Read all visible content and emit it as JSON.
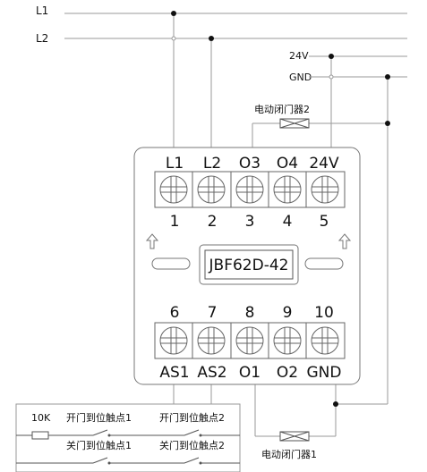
{
  "bus_labels": {
    "l1": "L1",
    "l2": "L2",
    "v24": "24V",
    "gnd": "GND"
  },
  "closer2_label": "电动闭门器2",
  "closer1_label": "电动闭门器1",
  "module_label": "JBF62D-42",
  "top_terminals": {
    "labels": [
      "L1",
      "L2",
      "O3",
      "O4",
      "24V"
    ],
    "numbers": [
      "1",
      "2",
      "3",
      "4",
      "5"
    ]
  },
  "bottom_terminals": {
    "numbers": [
      "6",
      "7",
      "8",
      "9",
      "10"
    ],
    "labels": [
      "AS1",
      "AS2",
      "O1",
      "O2",
      "GND"
    ]
  },
  "contact_box": {
    "resistor": "10K",
    "open_contact_1": "开门到位触点1",
    "open_contact_2": "开门到位触点2",
    "close_contact_1": "关门到位触点1",
    "close_contact_2": "关门到位触点2"
  }
}
